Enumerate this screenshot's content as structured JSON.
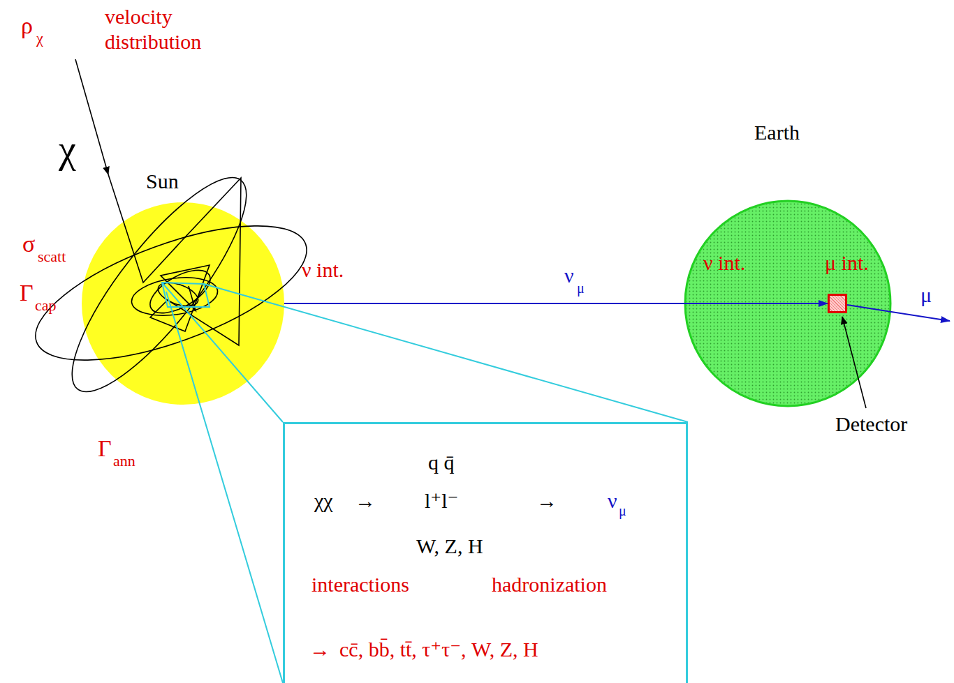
{
  "diagram": {
    "nodes": [
      {
        "text": [
          "Sun"
        ]
      },
      {
        "text": [
          "q q̄",
          "χχ",
          "→",
          "l⁺l⁻",
          "→",
          "ν",
          "μ",
          "W, Z, H",
          "interactions",
          "hadronization",
          "→",
          "cc̄, bb̄, tt̄, τ⁺τ⁻, W, Z, H"
        ]
      },
      {
        "text": [
          "Earth",
          "ν int.",
          "μ int."
        ]
      },
      {
        "text": [
          "Detector"
        ],
        "in": 2
      }
    ],
    "edges": [
      {
        "from": 0,
        "to": 3,
        "arrow": "to",
        "label": "ν"
      }
    ],
    "labels": [
      "ρ",
      "χ",
      "velocity distribution",
      "χ",
      "σ",
      "scatt",
      "Γ",
      "cap",
      "Γ",
      "ann",
      "ν int.",
      "μ",
      "μ"
    ]
  }
}
